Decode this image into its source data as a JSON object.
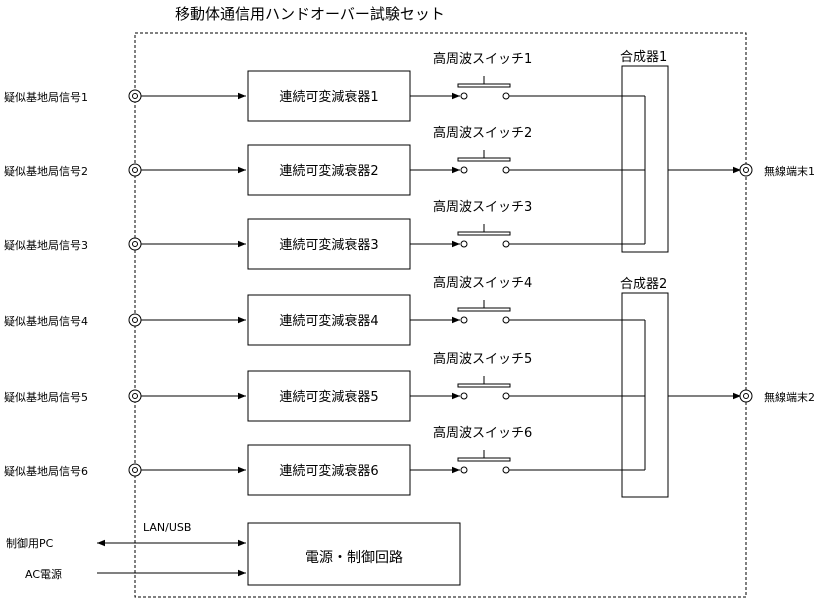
{
  "title": "移動体通信用ハンドオーバー試験セット",
  "inputs": [
    "疑似基地局信号1",
    "疑似基地局信号2",
    "疑似基地局信号3",
    "疑似基地局信号4",
    "疑似基地局信号5",
    "疑似基地局信号6"
  ],
  "attenuators": [
    "連続可変減衰器1",
    "連続可変減衰器2",
    "連続可変減衰器3",
    "連続可変減衰器4",
    "連続可変減衰器5",
    "連続可変減衰器6"
  ],
  "switches": [
    "高周波スイッチ1",
    "高周波スイッチ2",
    "高周波スイッチ3",
    "高周波スイッチ4",
    "高周波スイッチ5",
    "高周波スイッチ6"
  ],
  "combiners": [
    "合成器1",
    "合成器2"
  ],
  "outputs": [
    "無線端末1",
    "無線端末2"
  ],
  "control": {
    "pc_label": "制御用PC",
    "ac_label": "AC電源",
    "link_label": "LAN/USB",
    "block_label": "電源・制御回路"
  }
}
